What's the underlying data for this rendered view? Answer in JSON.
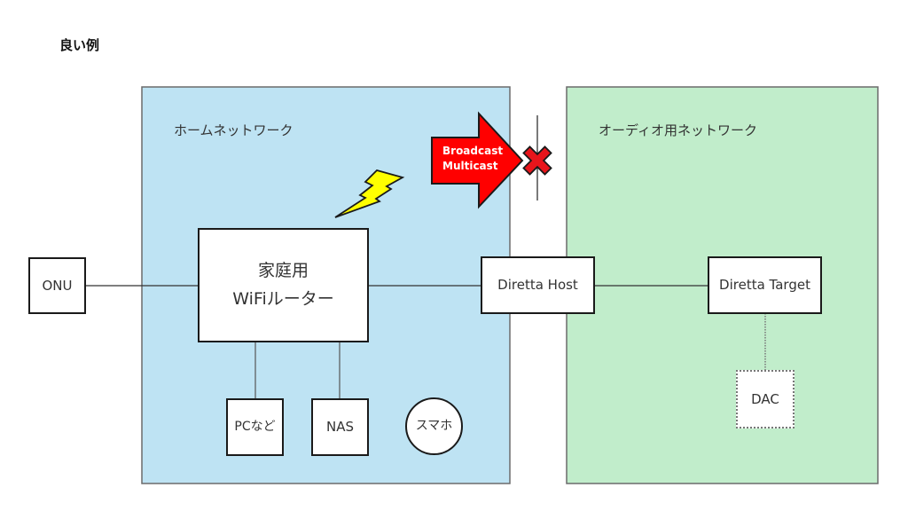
{
  "title": "良い例",
  "zones": {
    "home": {
      "label": "ホームネットワーク",
      "fill": "#bee3f3"
    },
    "audio": {
      "label": "オーディオ用ネットワーク",
      "fill": "#c1edcb"
    }
  },
  "nodes": {
    "onu": "ONU",
    "router_line1": "家庭用",
    "router_line2": "WiFiルーター",
    "pc": "PCなど",
    "nas": "NAS",
    "smartphone": "スマホ",
    "diretta_host": "Diretta Host",
    "diretta_target": "Diretta Target",
    "dac": "DAC"
  },
  "blocked_traffic": {
    "line1": "Broadcast",
    "line2": "Multicast",
    "arrow_color": "#ff0000",
    "cross_color": "#e8151b"
  },
  "wireless_icon_color": "#ffff00"
}
